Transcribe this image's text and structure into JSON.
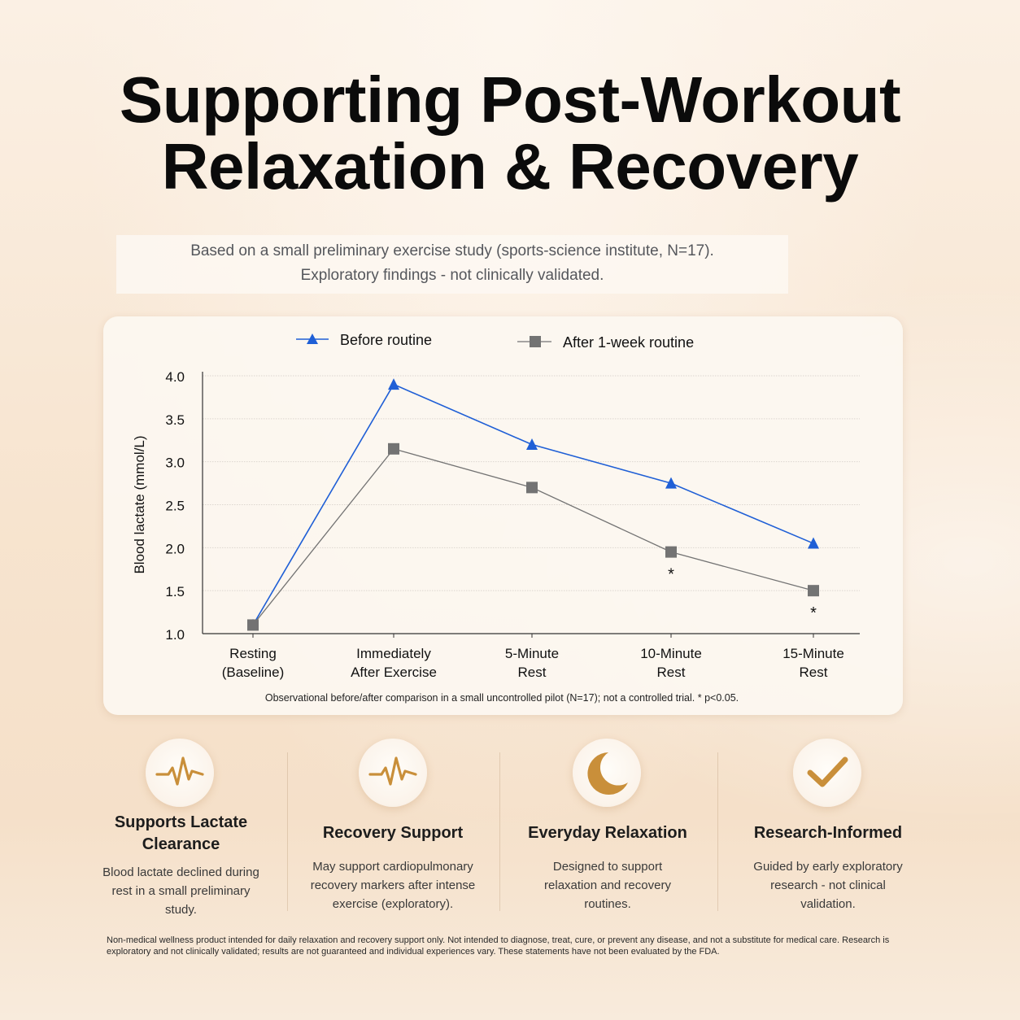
{
  "title_line1": "Supporting Post-Workout",
  "title_line2": "Relaxation & Recovery",
  "subtitle_line1": "Based on a small preliminary exercise study (sports-science institute, N=17).",
  "subtitle_line2": "Exploratory findings - not clinically validated.",
  "chart_data": {
    "type": "line",
    "categories": [
      "Resting (Baseline)",
      "Immediately After Exercise",
      "5-Minute Rest",
      "10-Minute Rest",
      "15-Minute Rest"
    ],
    "category_lines": [
      [
        "Resting",
        "(Baseline)"
      ],
      [
        "Immediately",
        "After Exercise"
      ],
      [
        "5-Minute",
        "Rest"
      ],
      [
        "10-Minute",
        "Rest"
      ],
      [
        "15-Minute",
        "Rest"
      ]
    ],
    "series": [
      {
        "name": "Before routine",
        "values": [
          1.1,
          3.9,
          3.2,
          2.75,
          2.05
        ],
        "color": "#1f5fd6",
        "marker": "triangle"
      },
      {
        "name": "After 1-week routine",
        "values": [
          1.1,
          3.15,
          2.7,
          1.95,
          1.5
        ],
        "color": "#737373",
        "marker": "square"
      }
    ],
    "significance_markers": [
      {
        "series": "After 1-week routine",
        "category_index": 3,
        "label": "*"
      },
      {
        "series": "After 1-week routine",
        "category_index": 4,
        "label": "*"
      }
    ],
    "ylabel": "Blood lactate (mmol/L)",
    "xlabel": "",
    "ylim": [
      1.0,
      4.0
    ],
    "yticks": [
      "1.0",
      "1.5",
      "2.0",
      "2.5",
      "3.0",
      "3.5",
      "4.0"
    ],
    "grid": true,
    "legend_placement": "top",
    "footnote": "Observational before/after comparison in a small uncontrolled pilot (N=17); not a controlled trial. * p<0.05."
  },
  "features": [
    {
      "icon": "heartbeat-icon",
      "title_lines": [
        "Supports Lactate",
        "Clearance"
      ],
      "desc_lines": [
        "Blood lactate declined during",
        "rest in a small preliminary",
        "study."
      ]
    },
    {
      "icon": "heartbeat-icon",
      "title_lines": [
        "Recovery Support"
      ],
      "desc_lines": [
        "May support cardiopulmonary",
        "recovery markers after intense",
        "exercise (exploratory)."
      ]
    },
    {
      "icon": "crescent-moon-icon",
      "title_lines": [
        "Everyday Relaxation"
      ],
      "desc_lines": [
        "Designed to support",
        "relaxation and recovery",
        "routines."
      ]
    },
    {
      "icon": "checkmark-icon",
      "title_lines": [
        "Research-Informed"
      ],
      "desc_lines": [
        "Guided by early exploratory",
        "research - not clinical",
        "validation."
      ]
    }
  ],
  "accent_color": "#c98f3a",
  "disclaimer_line1": "Non-medical wellness product intended for daily relaxation and recovery support only. Not intended to diagnose, treat, cure, or prevent any disease, and not a substitute for medical care. Research is",
  "disclaimer_line2": "exploratory and not clinically validated; results are not guaranteed and individual experiences vary. These statements have not been evaluated by the FDA."
}
